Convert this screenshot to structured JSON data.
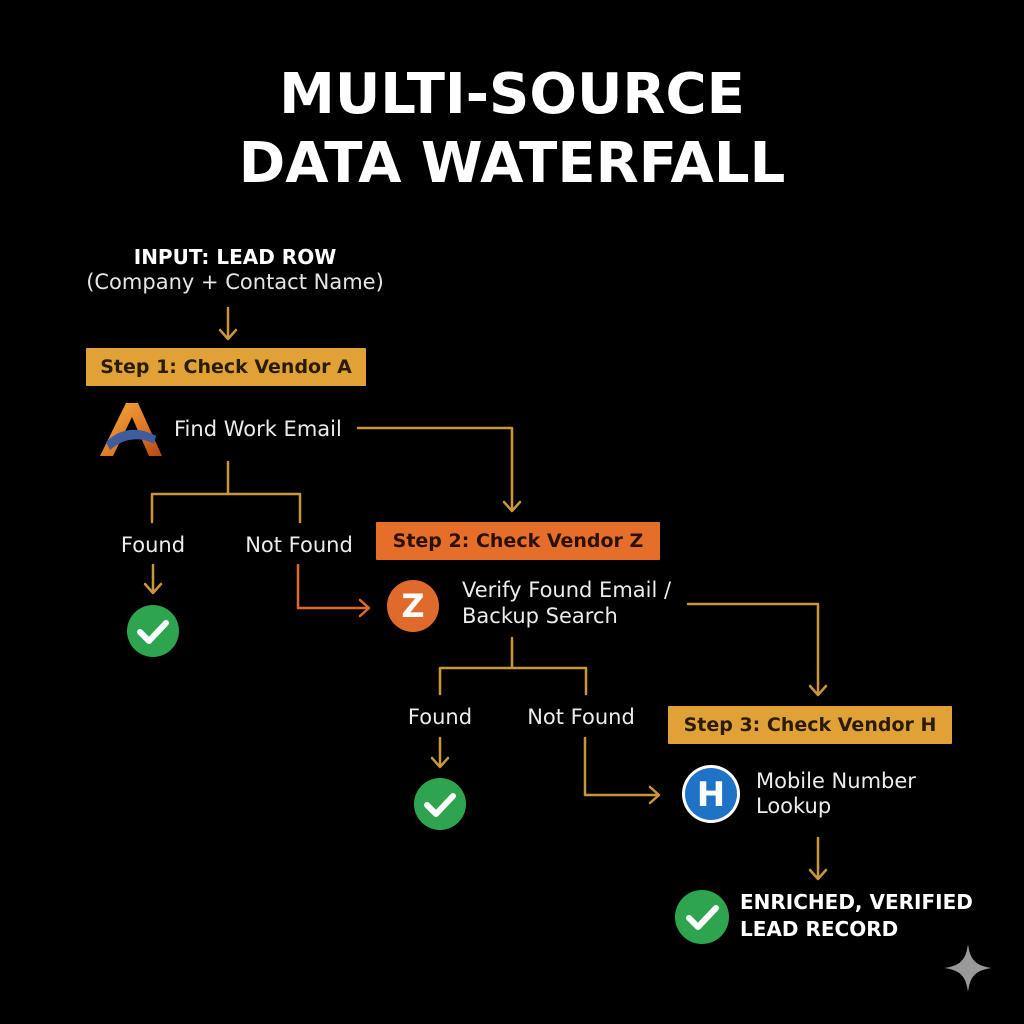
{
  "title": {
    "line1": "MULTI-SOURCE",
    "line2": "DATA WATERFALL"
  },
  "input": {
    "title": "INPUT: LEAD ROW",
    "subtitle": "(Company + Contact Name)"
  },
  "steps": [
    {
      "label": "Step 1: Check Vendor A",
      "logo": "A",
      "task": "Find Work Email",
      "found": "Found",
      "not_found": "Not Found"
    },
    {
      "label": "Step 2: Check Vendor Z",
      "logo": "Z",
      "task_line1": "Verify Found Email /",
      "task_line2": "Backup Search",
      "found": "Found",
      "not_found": "Not Found"
    },
    {
      "label": "Step 3: Check Vendor H",
      "logo": "H",
      "task_line1": "Mobile Number",
      "task_line2": "Lookup"
    }
  ],
  "result": {
    "line1": "ENRICHED, VERIFIED",
    "line2": "LEAD RECORD"
  },
  "colors": {
    "gold": "#c9973a",
    "gold_label": "#e0a236",
    "orange": "#e06a2c",
    "orange_label": "#e56f2a",
    "check_green": "#2ea44f",
    "vendor_h_blue": "#1f73c7"
  },
  "icons": {
    "check": "check-icon",
    "sparkle": "sparkle-icon"
  }
}
